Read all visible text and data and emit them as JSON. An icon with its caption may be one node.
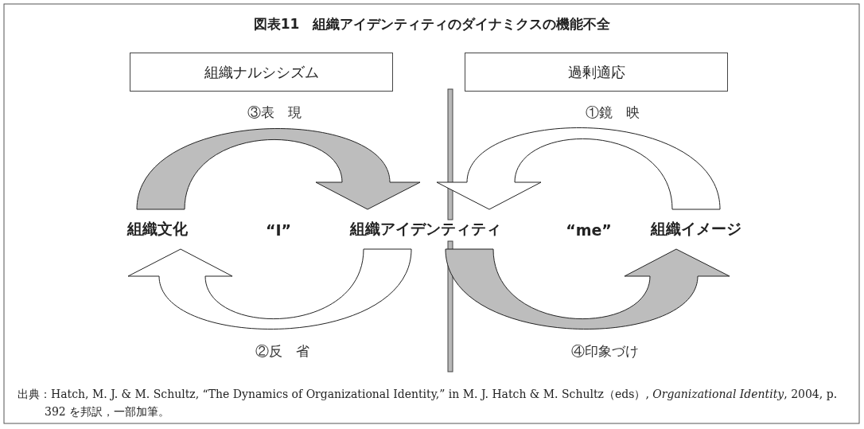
{
  "diagram": {
    "title": "図表11　組織アイデンティティのダイナミクスの機能不全",
    "caption": "出典：Hatch, M. J. & M. Schultz, “The Dynamics of Organizational Identity,” in M. J. Hatch & M. Schultz（eds）, *Organizational Identity*, 2004, p. 392 を邦訳，一部加筆。",
    "nodes": [
      {
        "text": [
          "組織ナルシシズム"
        ]
      },
      {
        "text": [
          "過剰適応"
        ]
      },
      {
        "text": [
          "組織文化"
        ]
      },
      {
        "text": [
          "組織アイデンティティ"
        ]
      },
      {
        "text": [
          "組織イメージ"
        ]
      }
    ],
    "edges": [
      {
        "from": 2,
        "to": 3,
        "arrow": "to",
        "label": "③表　現",
        "color": "#bdbdbd"
      },
      {
        "from": 4,
        "to": 3,
        "arrow": "to",
        "label": "①鏡　映"
      },
      {
        "from": 3,
        "to": 2,
        "arrow": "to",
        "label": "②反　省"
      },
      {
        "from": 3,
        "to": 4,
        "arrow": "to",
        "label": "④印象づけ",
        "color": "#bdbdbd"
      }
    ],
    "labels": [
      "“I”",
      "“me”"
    ]
  }
}
